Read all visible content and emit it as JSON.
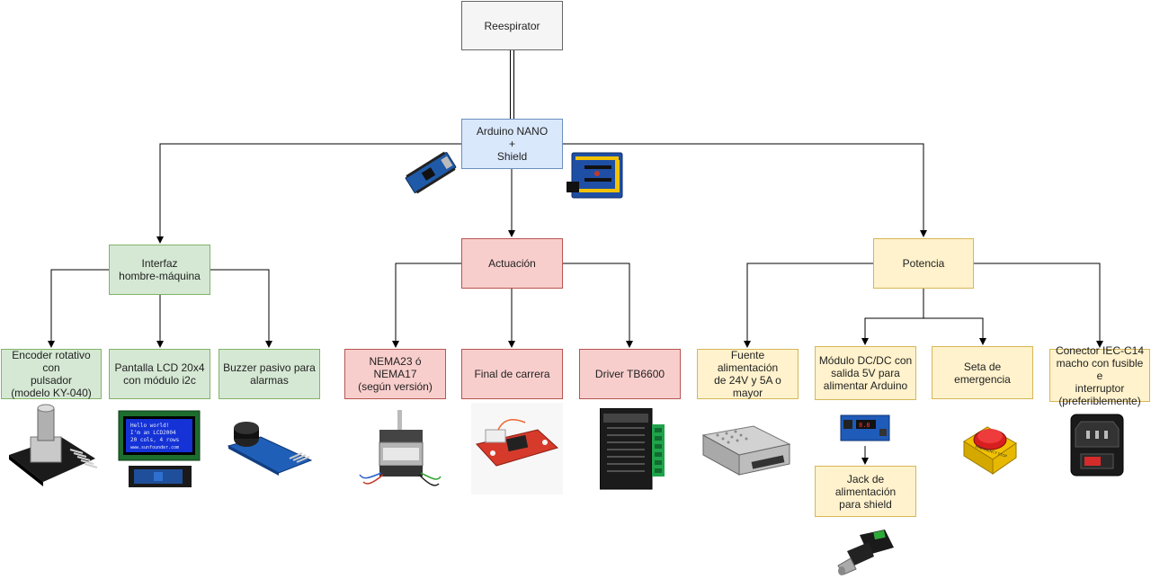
{
  "nodes": {
    "root": "Reespirator",
    "arduino": "Arduino NANO\n+\nShield",
    "hmi": "Interfaz\nhombre-máquina",
    "actuation": "Actuación",
    "power": "Potencia",
    "encoder": "Encoder rotativo con\npulsador\n(modelo KY-040)",
    "lcd": "Pantalla LCD 20x4\ncon módulo i2c",
    "buzzer": "Buzzer pasivo para\nalarmas",
    "nema": "NEMA23 ó NEMA17\n(según versión)",
    "endstop": "Final de carrera",
    "driver": "Driver TB6600",
    "psu": "Fuente alimentación\nde 24V y 5A o mayor",
    "dcdc": "Módulo DC/DC con\nsalida 5V para\nalimentar Arduino",
    "estop": "Seta de emergencia",
    "iec": "Conector IEC-C14\nmacho con fusible e\ninterruptor\n(preferiblemente)",
    "jack": "Jack de alimentación\npara shield"
  },
  "pictures": {
    "lcd_text": [
      "Hello world!",
      "I'm an LCD2004",
      "20 cols, 4 rows",
      "www.sunfounder.com"
    ],
    "estop_label": "EMERGENCY STOP"
  },
  "colors": {
    "gray_fill": "#f5f5f5",
    "blue_fill": "#dae8fc",
    "green_fill": "#d5e8d4",
    "red_fill": "#f8cecc",
    "yellow_fill": "#fff2cc",
    "connector": "#000000"
  }
}
